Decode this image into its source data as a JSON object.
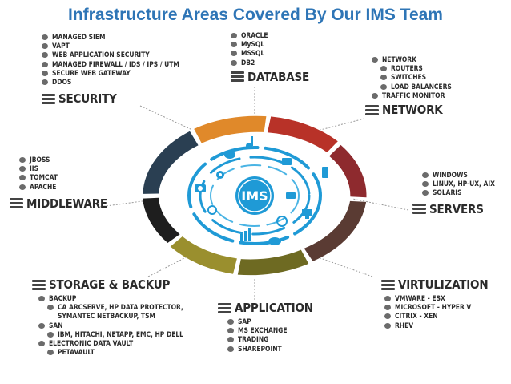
{
  "title": "Infrastructure Areas Covered By Our IMS Team",
  "center": {
    "label": "IMS"
  },
  "colors": {
    "title": "#2e75b6",
    "orange": "#e08a2b",
    "red": "#b8332a",
    "darkred": "#8b2a2a",
    "brown": "#5a3a2e",
    "olive": "#8c8a2a",
    "olive2": "#6e6a22",
    "black": "#222222",
    "navy": "#2a3a4a",
    "blue": "#1f9ad6"
  },
  "security": {
    "heading": "SECURITY",
    "items": [
      "MANAGED SIEM",
      "VAPT",
      "WEB APPLICATION SECURITY",
      "MANAGED FIREWALL / IDS / IPS / UTM",
      "SECURE WEB GATEWAY",
      "DDoS"
    ]
  },
  "database": {
    "heading": "DATABASE",
    "items": [
      "ORACLE",
      "MySQL",
      "MSSQL",
      "DB2"
    ]
  },
  "network": {
    "heading": "NETWORK",
    "items": [
      "NETWORK",
      "ROUTERS",
      "SWITCHES",
      "LOAD BALANCERS",
      "TRAFFIC MONITOR"
    ]
  },
  "middleware": {
    "heading": "MIDDLEWARE",
    "items": [
      "JBOSS",
      "IIS",
      "TOMCAT",
      "APACHE"
    ]
  },
  "servers": {
    "heading": "SERVERS",
    "items": [
      "WINDOWS",
      "LINUX, HP-UX, AIX",
      "SOLARIS"
    ]
  },
  "storage": {
    "heading": "STORAGE & BACKUP",
    "items": [
      "BACKUP",
      "CA ARCSERVE, HP DATA PROTECTOR,",
      "SYMANTEC NETBACKUP, TSM",
      "SAN",
      "IBM, HITACHI, NETAPP, EMC, HP DELL",
      "ELECTRONIC DATA VAULT",
      "PETAVAULT"
    ]
  },
  "application": {
    "heading": "APPLICATION",
    "items": [
      "SAP",
      "MS EXCHANGE",
      "TRADING",
      "SHAREPOINT"
    ]
  },
  "virtualization": {
    "heading": "VIRTULIZATION",
    "items": [
      "VMWARE - ESX",
      "MICROSOFT - HYPER V",
      "CITRIX - XEN",
      "RHEV"
    ]
  }
}
